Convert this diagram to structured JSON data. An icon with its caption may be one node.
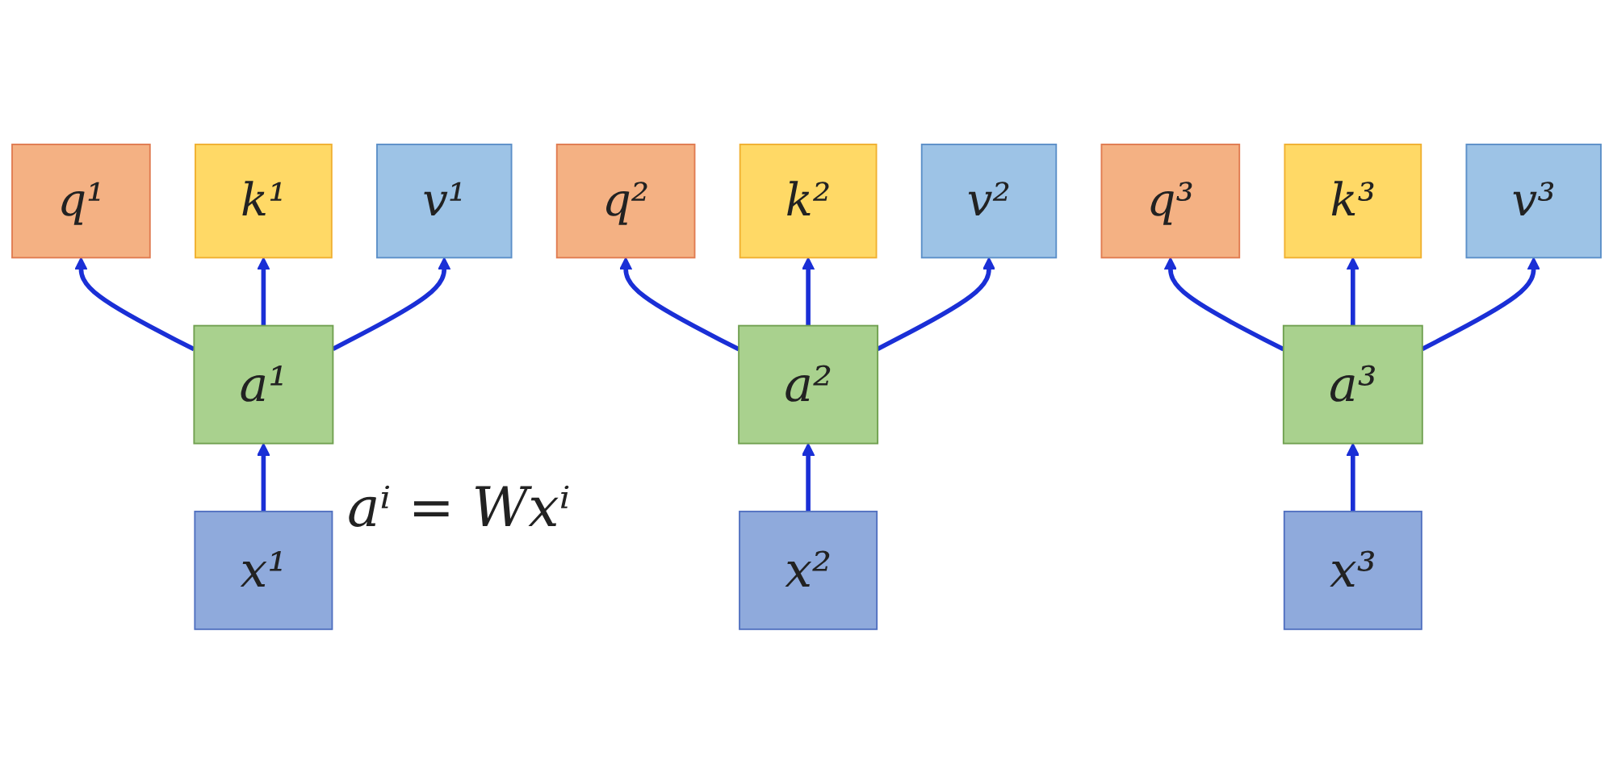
{
  "diagram": {
    "nodes": [
      {
        "text": [
          "q¹"
        ]
      },
      {
        "text": [
          "k¹"
        ]
      },
      {
        "text": [
          "v¹"
        ]
      },
      {
        "text": [
          "q²"
        ]
      },
      {
        "text": [
          "k²"
        ]
      },
      {
        "text": [
          "v²"
        ]
      },
      {
        "text": [
          "q³"
        ]
      },
      {
        "text": [
          "k³"
        ]
      },
      {
        "text": [
          "v³"
        ]
      },
      {
        "text": [
          "a¹"
        ]
      },
      {
        "text": [
          "a²"
        ]
      },
      {
        "text": [
          "a³"
        ]
      },
      {
        "text": [
          "x¹"
        ]
      },
      {
        "text": [
          "x²"
        ]
      },
      {
        "text": [
          "x³"
        ]
      }
    ],
    "edges": [
      {
        "from": 12,
        "to": 9,
        "arrow": "to"
      },
      {
        "from": 9,
        "to": 0,
        "arrow": "to"
      },
      {
        "from": 9,
        "to": 1,
        "arrow": "to"
      },
      {
        "from": 9,
        "to": 2,
        "arrow": "to"
      },
      {
        "from": 13,
        "to": 10,
        "arrow": "to"
      },
      {
        "from": 10,
        "to": 3,
        "arrow": "to"
      },
      {
        "from": 10,
        "to": 4,
        "arrow": "to"
      },
      {
        "from": 10,
        "to": 5,
        "arrow": "to"
      },
      {
        "from": 14,
        "to": 11,
        "arrow": "to"
      },
      {
        "from": 11,
        "to": 6,
        "arrow": "to"
      },
      {
        "from": 11,
        "to": 7,
        "arrow": "to"
      },
      {
        "from": 11,
        "to": 8,
        "arrow": "to"
      }
    ],
    "labels": [
      "aⁱ = Wxⁱ"
    ]
  }
}
